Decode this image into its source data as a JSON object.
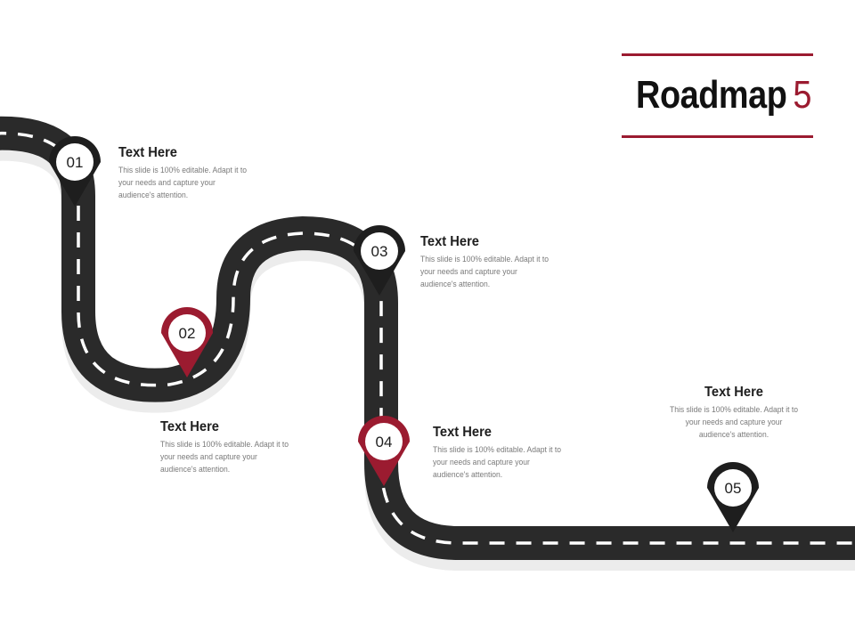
{
  "title": {
    "main": "Roadmap",
    "number": "5"
  },
  "colors": {
    "road": "#2a2a2a",
    "accent": "#9b1b30",
    "pin_dark": "#1e1e1e"
  },
  "milestones": [
    {
      "label": "01",
      "heading": "Text Here",
      "body": "This slide is 100% editable. Adapt it to your needs and capture your audience's attention.",
      "pin_color": "dark"
    },
    {
      "label": "02",
      "heading": "Text Here",
      "body": "This slide is 100% editable. Adapt it to your needs and capture your audience's attention.",
      "pin_color": "accent"
    },
    {
      "label": "03",
      "heading": "Text Here",
      "body": "This slide is 100% editable. Adapt it to your needs and capture your audience's attention.",
      "pin_color": "dark"
    },
    {
      "label": "04",
      "heading": "Text Here",
      "body": "This slide is 100% editable. Adapt it to your needs and capture your audience's attention.",
      "pin_color": "accent"
    },
    {
      "label": "05",
      "heading": "Text Here",
      "body": "This slide is 100% editable. Adapt it to your needs and capture your audience's attention.",
      "pin_color": "dark"
    }
  ]
}
